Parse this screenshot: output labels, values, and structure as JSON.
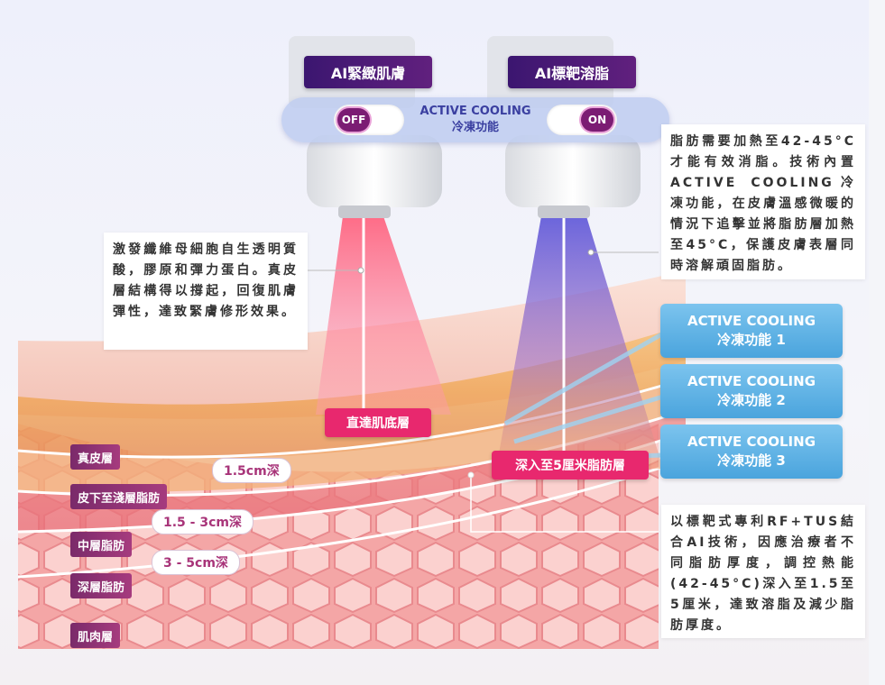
{
  "devices": {
    "left_badge": "AI緊緻肌膚",
    "right_badge": "AI標靶溶脂"
  },
  "cooling": {
    "off_label": "OFF",
    "on_label": "ON",
    "title_en": "ACTIVE COOLING",
    "title_zh": "冷凍功能"
  },
  "left_text": "激發纖維母細胞自生透明質酸，膠原和彈力蛋白。真皮層結構得以撐起，回復肌膚彈性，達致緊膚修形效果。",
  "right_top_text": "脂肪需要加熱至42-45°C才能有效消脂。技術內置ACTIVE COOLING冷凍功能，在皮膚溫感微暖的情況下追擊並將脂肪層加熱至45°C，保護皮膚表層同時溶解頑固脂肪。",
  "right_bottom_text": "以標靶式專利RF+TUS結合AI技術，因應治療者不同脂肪厚度，調控熱能(42-45°C)深入至1.5至5厘米，達致溶脂及減少脂肪厚度。",
  "beam_labels": {
    "left": "直達肌底層",
    "right": "深入至5厘米脂肪層"
  },
  "cooling_cards": [
    {
      "en": "ACTIVE COOLING",
      "zh": "冷凍功能 1"
    },
    {
      "en": "ACTIVE COOLING",
      "zh": "冷凍功能 2"
    },
    {
      "en": "ACTIVE COOLING",
      "zh": "冷凍功能 3"
    }
  ],
  "layers": [
    {
      "label": "真皮層"
    },
    {
      "label": "皮下至淺層脂肪"
    },
    {
      "label": "中層脂肪"
    },
    {
      "label": "深層脂肪"
    },
    {
      "label": "肌肉層"
    }
  ],
  "depths": [
    "1.5cm深",
    "1.5 - 3cm深",
    "3 - 5cm深"
  ],
  "colors": {
    "purple_badge": "#4a1b76",
    "pink_badge": "#e8286e",
    "cool_blue": "#5aaee3",
    "layer_label": "#8e3275"
  }
}
